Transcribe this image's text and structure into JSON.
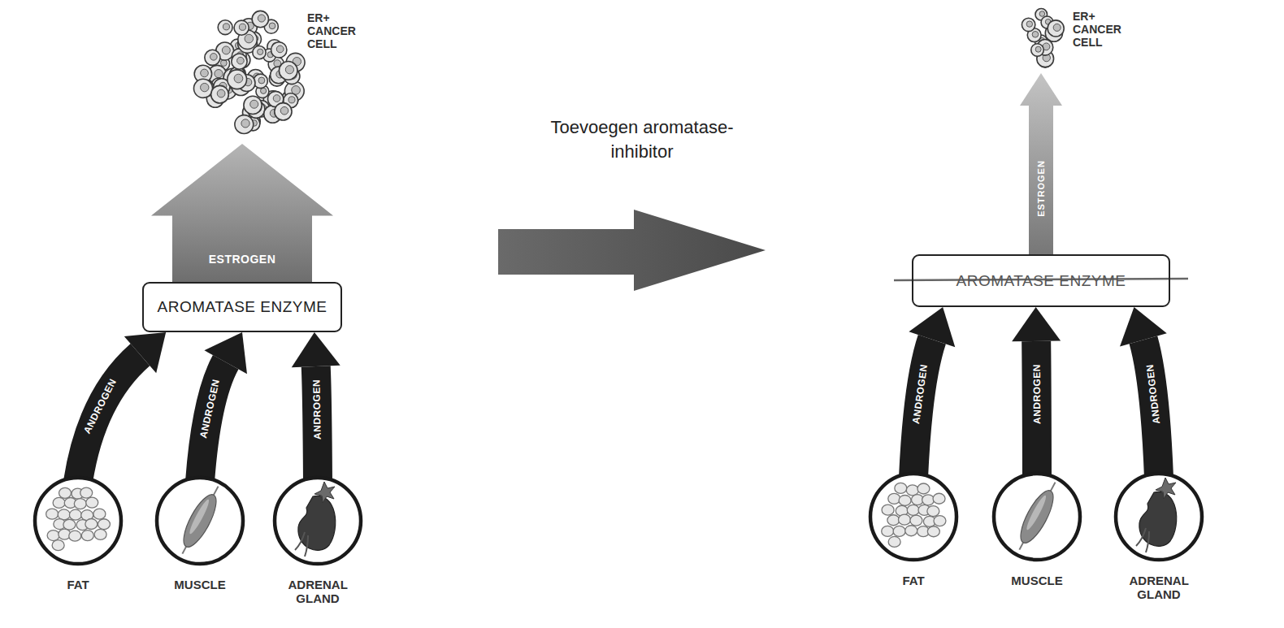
{
  "diagram": {
    "nodes": [
      {
        "text": [
          "ER+ CANCER CELL"
        ]
      },
      {
        "text": [
          "AROMATASE ENZYME"
        ]
      },
      {
        "text": [
          "FAT"
        ]
      },
      {
        "text": [
          "MUSCLE"
        ]
      },
      {
        "text": [
          "ADRENAL GLAND"
        ]
      },
      {
        "text": [
          "ER+ CANCER CELL"
        ]
      },
      {
        "text": [
          "AROMATASE ENZYME"
        ]
      },
      {
        "text": [
          "FAT"
        ]
      },
      {
        "text": [
          "MUSCLE"
        ]
      },
      {
        "text": [
          "ADRENAL GLAND"
        ]
      }
    ],
    "edges": [
      {
        "from": 2,
        "to": 1,
        "label": "ANDROGEN",
        "arrow": "to"
      },
      {
        "from": 3,
        "to": 1,
        "label": "ANDROGEN",
        "arrow": "to"
      },
      {
        "from": 4,
        "to": 1,
        "label": "ANDROGEN",
        "arrow": "to"
      },
      {
        "from": 1,
        "to": 0,
        "label": "ESTROGEN",
        "arrow": "to"
      },
      {
        "from": 7,
        "to": 6,
        "label": "ANDROGEN",
        "arrow": "to"
      },
      {
        "from": 8,
        "to": 6,
        "label": "ANDROGEN",
        "arrow": "to"
      },
      {
        "from": 9,
        "to": 6,
        "label": "ANDROGEN",
        "arrow": "to"
      },
      {
        "from": 6,
        "to": 5,
        "label": "ESTROGEN",
        "arrow": "to"
      }
    ],
    "labels": [
      "Toevoegen aromatase-inhibitor"
    ]
  }
}
